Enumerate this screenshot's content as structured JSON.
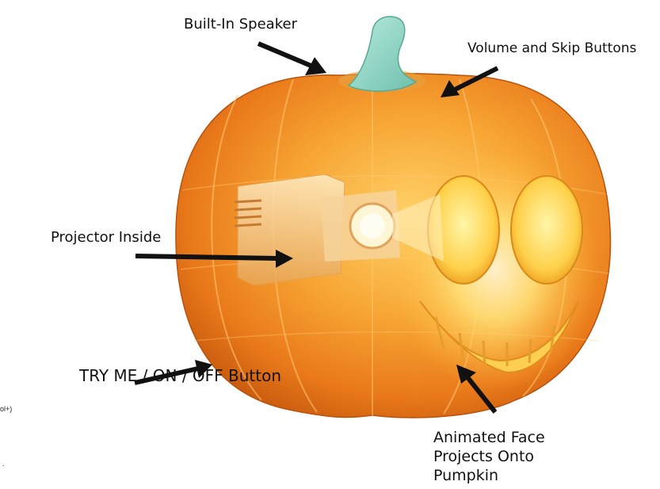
{
  "labels": {
    "speaker": "Built-In Speaker",
    "volume": "Volume and Skip Buttons",
    "projector": "Projector Inside",
    "tryme": "TRY ME / ON / OFF Button",
    "face_line1": "Animated Face",
    "face_line2": "Projects Onto",
    "face_line3": "Pumpkin"
  },
  "fragments": {
    "left_edge_text": "ol+)",
    "left_edge_dot": "."
  },
  "colors": {
    "pumpkin": "#f59a22",
    "pumpkin_dark": "#c85a0e",
    "stem": "#8fd6c4",
    "glow": "#ffe27a",
    "arrow": "#111111"
  }
}
